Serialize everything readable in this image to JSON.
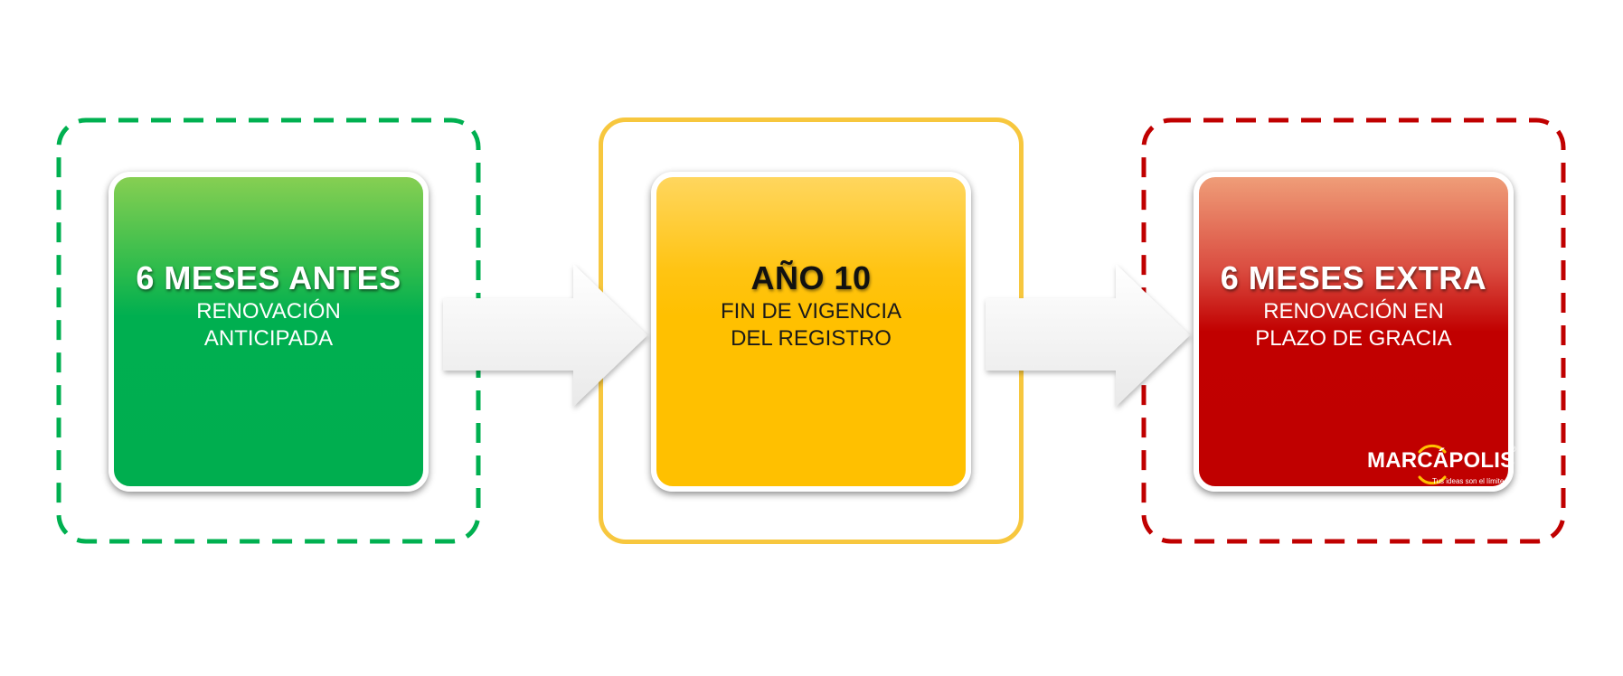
{
  "steps": [
    {
      "title": "6 MESES ANTES",
      "line1": "RENOVACIÓN",
      "line2": "ANTICIPADA",
      "color": "#00af50",
      "frame_color": "#00b050",
      "frame_style": "dashed"
    },
    {
      "title": "AÑO 10",
      "line1": "FIN DE VIGENCIA",
      "line2": "DEL REGISTRO",
      "color": "#ffc000",
      "frame_color": "#f7c73e",
      "frame_style": "solid"
    },
    {
      "title": "6 MESES EXTRA",
      "line1": "RENOVACIÓN EN",
      "line2": "PLAZO DE GRACIA",
      "color": "#c00000",
      "frame_color": "#c00000",
      "frame_style": "dashed"
    }
  ],
  "logo": {
    "name": "MARCÁPOLIS",
    "registered": "®",
    "tagline": "Tus ideas son el límite",
    "accent_color": "#ffc000"
  }
}
